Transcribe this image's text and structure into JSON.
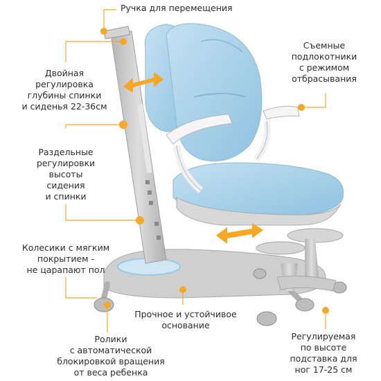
{
  "colors": {
    "accent": "#f7a823",
    "seat": "#a9d2ea",
    "frame": "#c8c8c8",
    "white_part": "#f2f2f2"
  },
  "callouts": {
    "handle": [
      "Ручка для перемещения"
    ],
    "depth": [
      "Двойная",
      "регулировка",
      "глубины спинки",
      "и сиденья 22-36см"
    ],
    "armrests": [
      "Съемные",
      "подлокотники",
      "с режимом",
      "отбрасывания"
    ],
    "height": [
      "Раздельные",
      "регулировки",
      "высоты",
      "сидения",
      "и спинки"
    ],
    "wheels": [
      "Колесики с мягким",
      "покрытием -",
      "не царапают пол"
    ],
    "base": [
      "Прочное и устойчивое",
      "основание"
    ],
    "casters": [
      "Ролики",
      "с автоматической",
      "блокировкой вращения",
      "от веса ребенка"
    ],
    "footrest": [
      "Регулируемая",
      "по высоте",
      "подставка для",
      "ног 17-25 см"
    ]
  }
}
